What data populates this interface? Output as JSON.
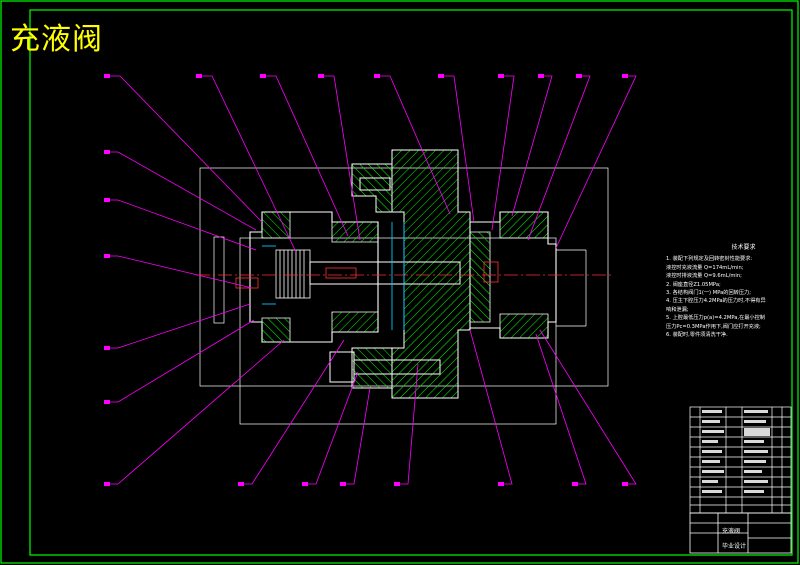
{
  "drawing_title": "充液阀",
  "tech_requirements": {
    "heading": "技术要求",
    "items": [
      "1. 装配下列规定及回转密封性能要求:",
      "   液控时充液流量    Q=174mL/min;",
      "   液控时排液流量    Q=9.6mL/min;",
      "2. 阀座直径Z1.05MPa;",
      "3. 各结构阀门1(一) MPa的回转压力;",
      "4. 压主下腔压力4.2MPa的压力时,不得有异",
      "   响和泄漏;",
      "5. 上腔最低压力p(a)=4.2MPa,在最小控制",
      "   压力Pc=0.3MPa作用下,阀门应打开充液;",
      "6. 装配时,零件须清洗干净."
    ]
  },
  "title_block": {
    "name": "充液阀",
    "subtitle": "毕业设计"
  },
  "colors": {
    "background": "#000000",
    "frame": "#00ff00",
    "outline": "#ffffff",
    "leader": "#ff00ff",
    "hatch": "#00ff00",
    "centerline": "#ff3030",
    "accent": "#00c8ff",
    "title": "#ffff00"
  }
}
